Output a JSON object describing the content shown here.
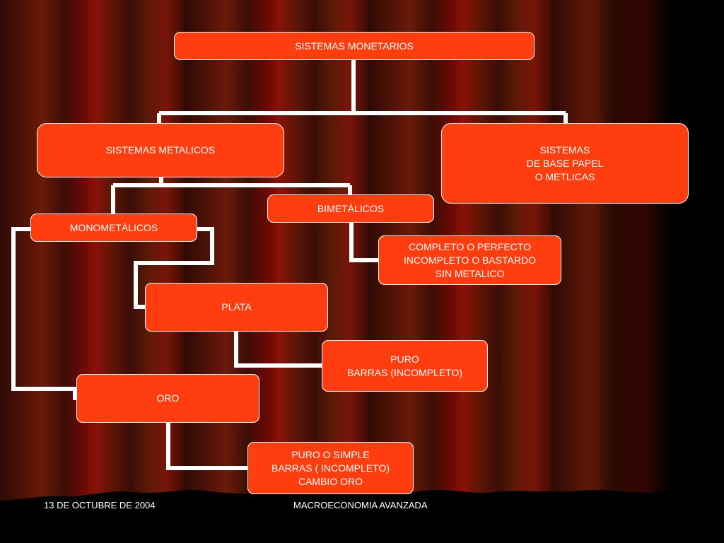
{
  "colors": {
    "box_fill": "#ff3d0e",
    "connector": "#ffffff",
    "text": "#ffffff"
  },
  "diagram": {
    "root": "SISTEMAS MONETARIOS",
    "metalicos": "SISTEMAS METALICOS",
    "papel": "SISTEMAS\nDE BASE PAPEL\nO METLICAS",
    "bimetalicos": "BIMETÀLICOS",
    "monometalicos": "MONOMETÀLICOS",
    "bimetalicos_tipos": "COMPLETO O PERFECTO\nINCOMPLETO O BASTARDO\nSIN METALICO",
    "plata": "PLATA",
    "plata_tipos": "PURO\nBARRAS (INCOMPLETO)",
    "oro": "ORO",
    "oro_tipos": "PURO O SIMPLE\nBARRAS ( INCOMPLETO)\nCAMBIO ORO"
  },
  "footer": {
    "date": "13 DE OCTUBRE DE 2004",
    "course": "MACROECONOMIA AVANZADA"
  }
}
